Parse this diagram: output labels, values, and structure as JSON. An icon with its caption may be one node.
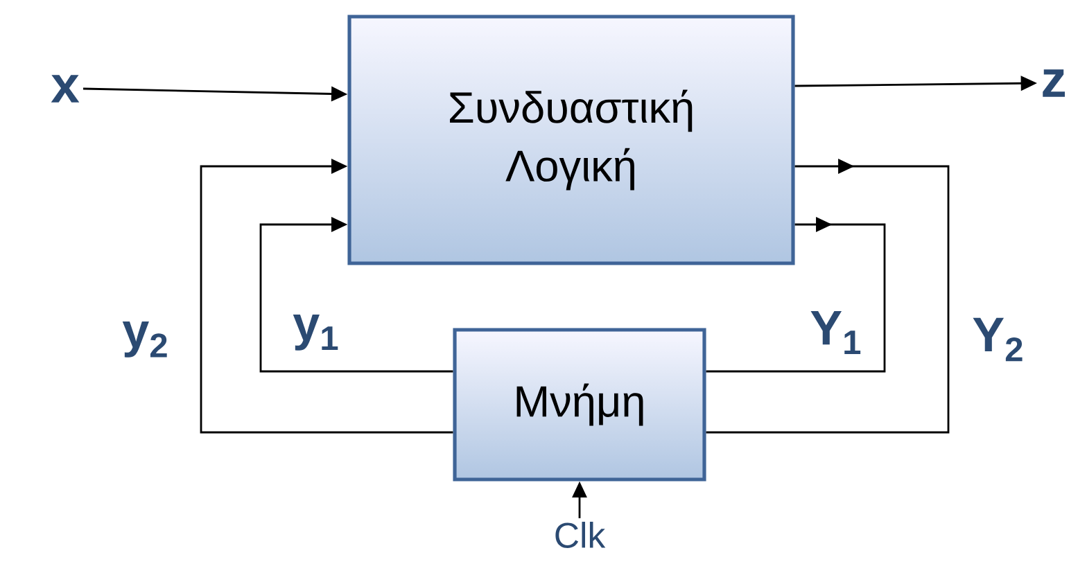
{
  "diagram": {
    "nodes": [
      {
        "text": [
          "x"
        ]
      },
      {
        "text": [
          "Συνδυαστική Λογική"
        ]
      },
      {
        "text": [
          "z"
        ]
      },
      {
        "text": [
          "Μνήμη"
        ]
      },
      {
        "text": [
          "Clk"
        ]
      }
    ],
    "edges": [
      {
        "from": 0,
        "to": 1,
        "arrow": "to"
      },
      {
        "from": 1,
        "to": 2,
        "arrow": "to"
      },
      {
        "from": 3,
        "to": 1,
        "arrow": "to",
        "label": "y$_{2}$"
      },
      {
        "from": 3,
        "to": 1,
        "arrow": "to",
        "label": "y$_{1}$"
      },
      {
        "from": 1,
        "to": 3,
        "arrow": "to",
        "label": "Y$_{1}$"
      },
      {
        "from": 1,
        "to": 3,
        "arrow": "to",
        "label": "Y$_{2}$"
      },
      {
        "from": 4,
        "to": 3,
        "arrow": "to"
      }
    ]
  }
}
